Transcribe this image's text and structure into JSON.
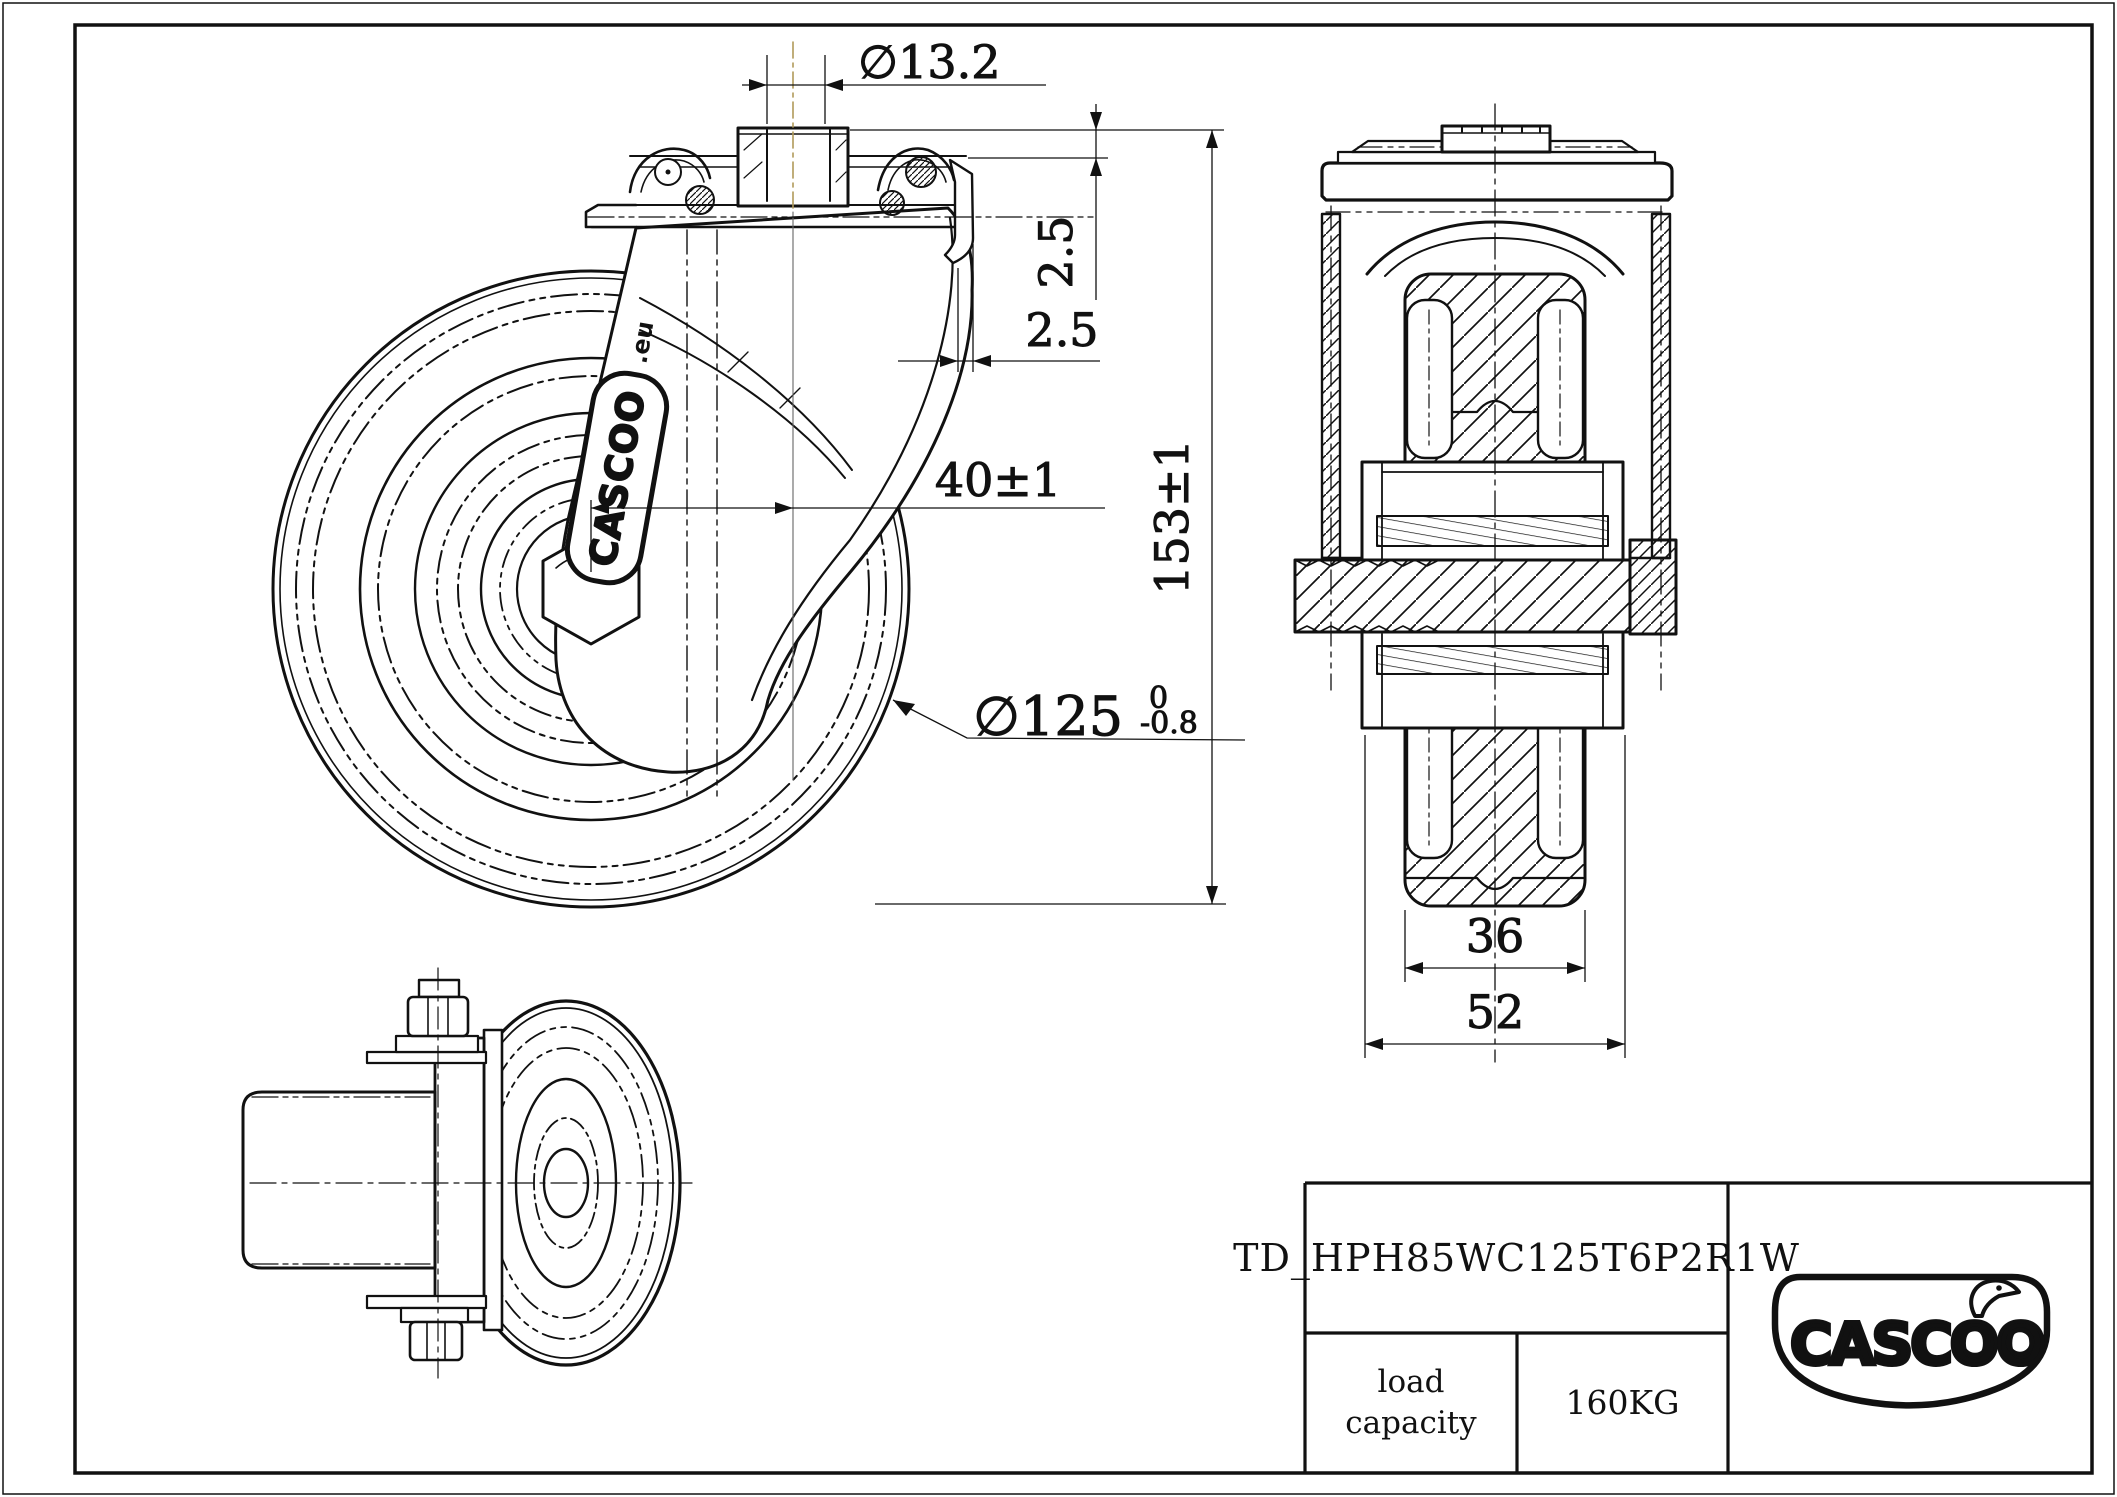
{
  "dimensions": {
    "bore_diameter": "∅13.2",
    "plate_thickness": "2.5",
    "flange_offset": "2.5",
    "swivel_offset": "40±1",
    "overall_height": "153±1",
    "wheel_diameter": "∅125",
    "wheel_diameter_tol_upper": "0",
    "wheel_diameter_tol_lower": "-0.8",
    "tread_width": "36",
    "hub_width": "52"
  },
  "fork_badge": {
    "brand": "CASCOO",
    "domain_suffix": ".eu"
  },
  "title_block": {
    "part_number": "TD_HPH85WC125T6P2R1W",
    "load_capacity_label": "load capacity",
    "load_capacity_value": "160KG",
    "brand_logo": "CASCOO"
  }
}
